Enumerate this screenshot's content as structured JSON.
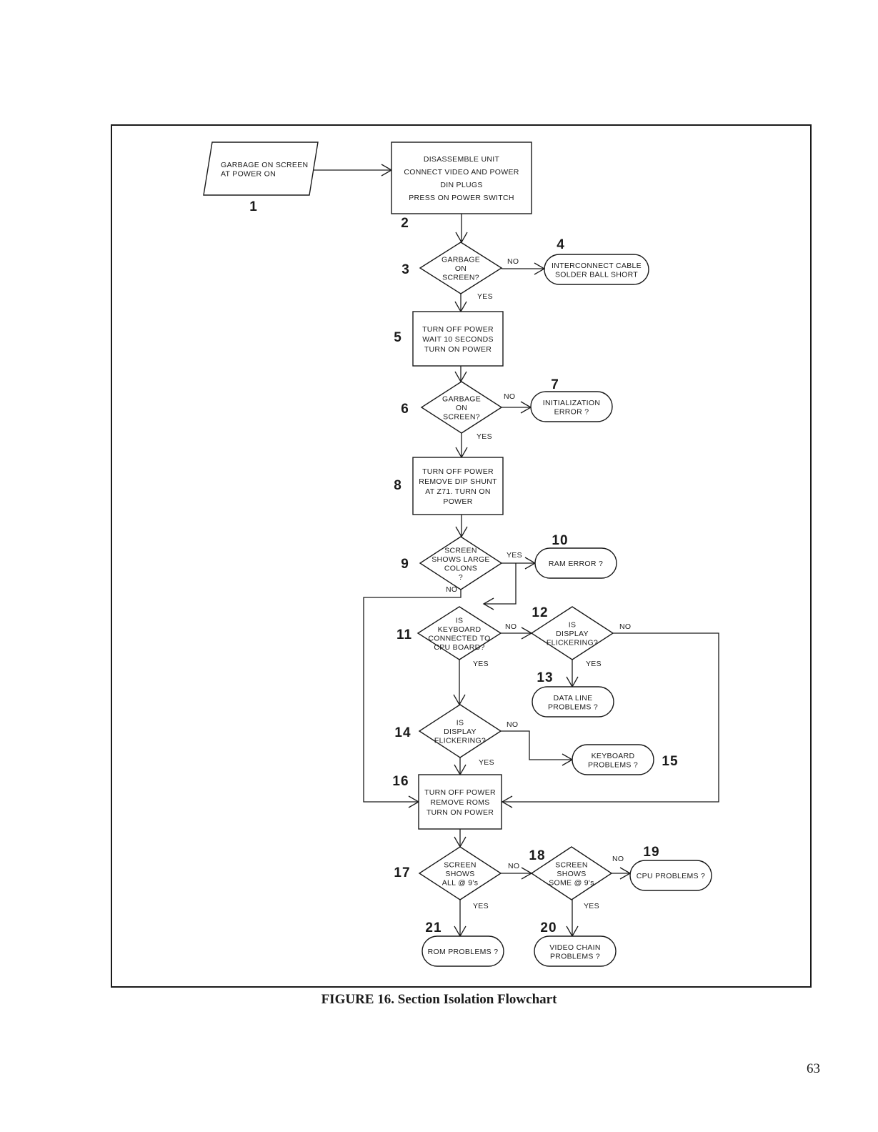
{
  "caption": "FIGURE 16. Section Isolation Flowchart",
  "page_number": "63",
  "nodes": [
    {
      "id": "1",
      "type": "data",
      "number": "1",
      "lines": [
        "GARBAGE ON SCREEN",
        "AT POWER ON"
      ]
    },
    {
      "id": "2",
      "type": "process",
      "number": "2",
      "lines": [
        "DISASSEMBLE UNIT",
        "CONNECT VIDEO AND POWER",
        "DIN PLUGS",
        "PRESS ON POWER SWITCH"
      ]
    },
    {
      "id": "3",
      "type": "decision",
      "number": "3",
      "lines": [
        "GARBAGE",
        "ON",
        "SCREEN?"
      ]
    },
    {
      "id": "4",
      "type": "terminal",
      "number": "4",
      "lines": [
        "INTERCONNECT CABLE",
        "SOLDER BALL SHORT"
      ]
    },
    {
      "id": "5",
      "type": "process",
      "number": "5",
      "lines": [
        "TURN OFF POWER",
        "WAIT 10 SECONDS",
        "TURN ON POWER"
      ]
    },
    {
      "id": "6",
      "type": "decision",
      "number": "6",
      "lines": [
        "GARBAGE",
        "ON",
        "SCREEN?"
      ]
    },
    {
      "id": "7",
      "type": "terminal",
      "number": "7",
      "lines": [
        "INITIALIZATION",
        "ERROR ?"
      ]
    },
    {
      "id": "8",
      "type": "process",
      "number": "8",
      "lines": [
        "TURN OFF POWER",
        "REMOVE DIP SHUNT",
        "AT Z71. TURN ON",
        "POWER"
      ]
    },
    {
      "id": "9",
      "type": "decision",
      "number": "9",
      "lines": [
        "SCREEN",
        "SHOWS LARGE",
        "COLONS",
        "?"
      ]
    },
    {
      "id": "10",
      "type": "terminal",
      "number": "10",
      "lines": [
        "RAM ERROR ?"
      ]
    },
    {
      "id": "11",
      "type": "decision",
      "number": "11",
      "lines": [
        "IS",
        "KEYBOARD",
        "CONNECTED TO",
        "CPU BOARD?"
      ]
    },
    {
      "id": "12",
      "type": "decision",
      "number": "12",
      "lines": [
        "IS",
        "DISPLAY",
        "FLICKERING?"
      ]
    },
    {
      "id": "13",
      "type": "terminal",
      "number": "13",
      "lines": [
        "DATA LINE",
        "PROBLEMS ?"
      ]
    },
    {
      "id": "14",
      "type": "decision",
      "number": "14",
      "lines": [
        "IS",
        "DISPLAY",
        "FLICKERING?"
      ]
    },
    {
      "id": "15",
      "type": "terminal",
      "number": "15",
      "lines": [
        "KEYBOARD",
        "PROBLEMS ?"
      ]
    },
    {
      "id": "16",
      "type": "process",
      "number": "16",
      "lines": [
        "TURN OFF POWER",
        "REMOVE ROMS",
        "TURN ON POWER"
      ]
    },
    {
      "id": "17",
      "type": "decision",
      "number": "17",
      "lines": [
        "SCREEN",
        "SHOWS",
        "ALL @ 9's"
      ]
    },
    {
      "id": "18",
      "type": "decision",
      "number": "18",
      "lines": [
        "SCREEN",
        "SHOWS",
        "SOME @ 9's"
      ]
    },
    {
      "id": "19",
      "type": "terminal",
      "number": "19",
      "lines": [
        "CPU PROBLEMS ?"
      ]
    },
    {
      "id": "20",
      "type": "terminal",
      "number": "20",
      "lines": [
        "VIDEO CHAIN",
        "PROBLEMS ?"
      ]
    },
    {
      "id": "21",
      "type": "terminal",
      "number": "21",
      "lines": [
        "ROM PROBLEMS ?"
      ]
    }
  ],
  "edges": [
    {
      "from": "1",
      "to": "2",
      "label": ""
    },
    {
      "from": "2",
      "to": "3",
      "label": ""
    },
    {
      "from": "3",
      "to": "4",
      "label": "NO"
    },
    {
      "from": "3",
      "to": "5",
      "label": "YES"
    },
    {
      "from": "5",
      "to": "6",
      "label": ""
    },
    {
      "from": "6",
      "to": "7",
      "label": "NO"
    },
    {
      "from": "6",
      "to": "8",
      "label": "YES"
    },
    {
      "from": "8",
      "to": "9",
      "label": ""
    },
    {
      "from": "9",
      "to": "10",
      "label": "YES"
    },
    {
      "from": "9",
      "to": "11",
      "label": "YES"
    },
    {
      "from": "9",
      "to": "16",
      "label": "NO"
    },
    {
      "from": "11",
      "to": "12",
      "label": "NO"
    },
    {
      "from": "11",
      "to": "14",
      "label": "YES"
    },
    {
      "from": "12",
      "to": "13",
      "label": "YES"
    },
    {
      "from": "12",
      "to": "16",
      "label": "NO"
    },
    {
      "from": "14",
      "to": "15",
      "label": "NO"
    },
    {
      "from": "14",
      "to": "16",
      "label": "YES"
    },
    {
      "from": "16",
      "to": "17",
      "label": ""
    },
    {
      "from": "17",
      "to": "18",
      "label": "NO"
    },
    {
      "from": "17",
      "to": "21",
      "label": "YES"
    },
    {
      "from": "18",
      "to": "19",
      "label": "NO"
    },
    {
      "from": "18",
      "to": "20",
      "label": "YES"
    }
  ]
}
